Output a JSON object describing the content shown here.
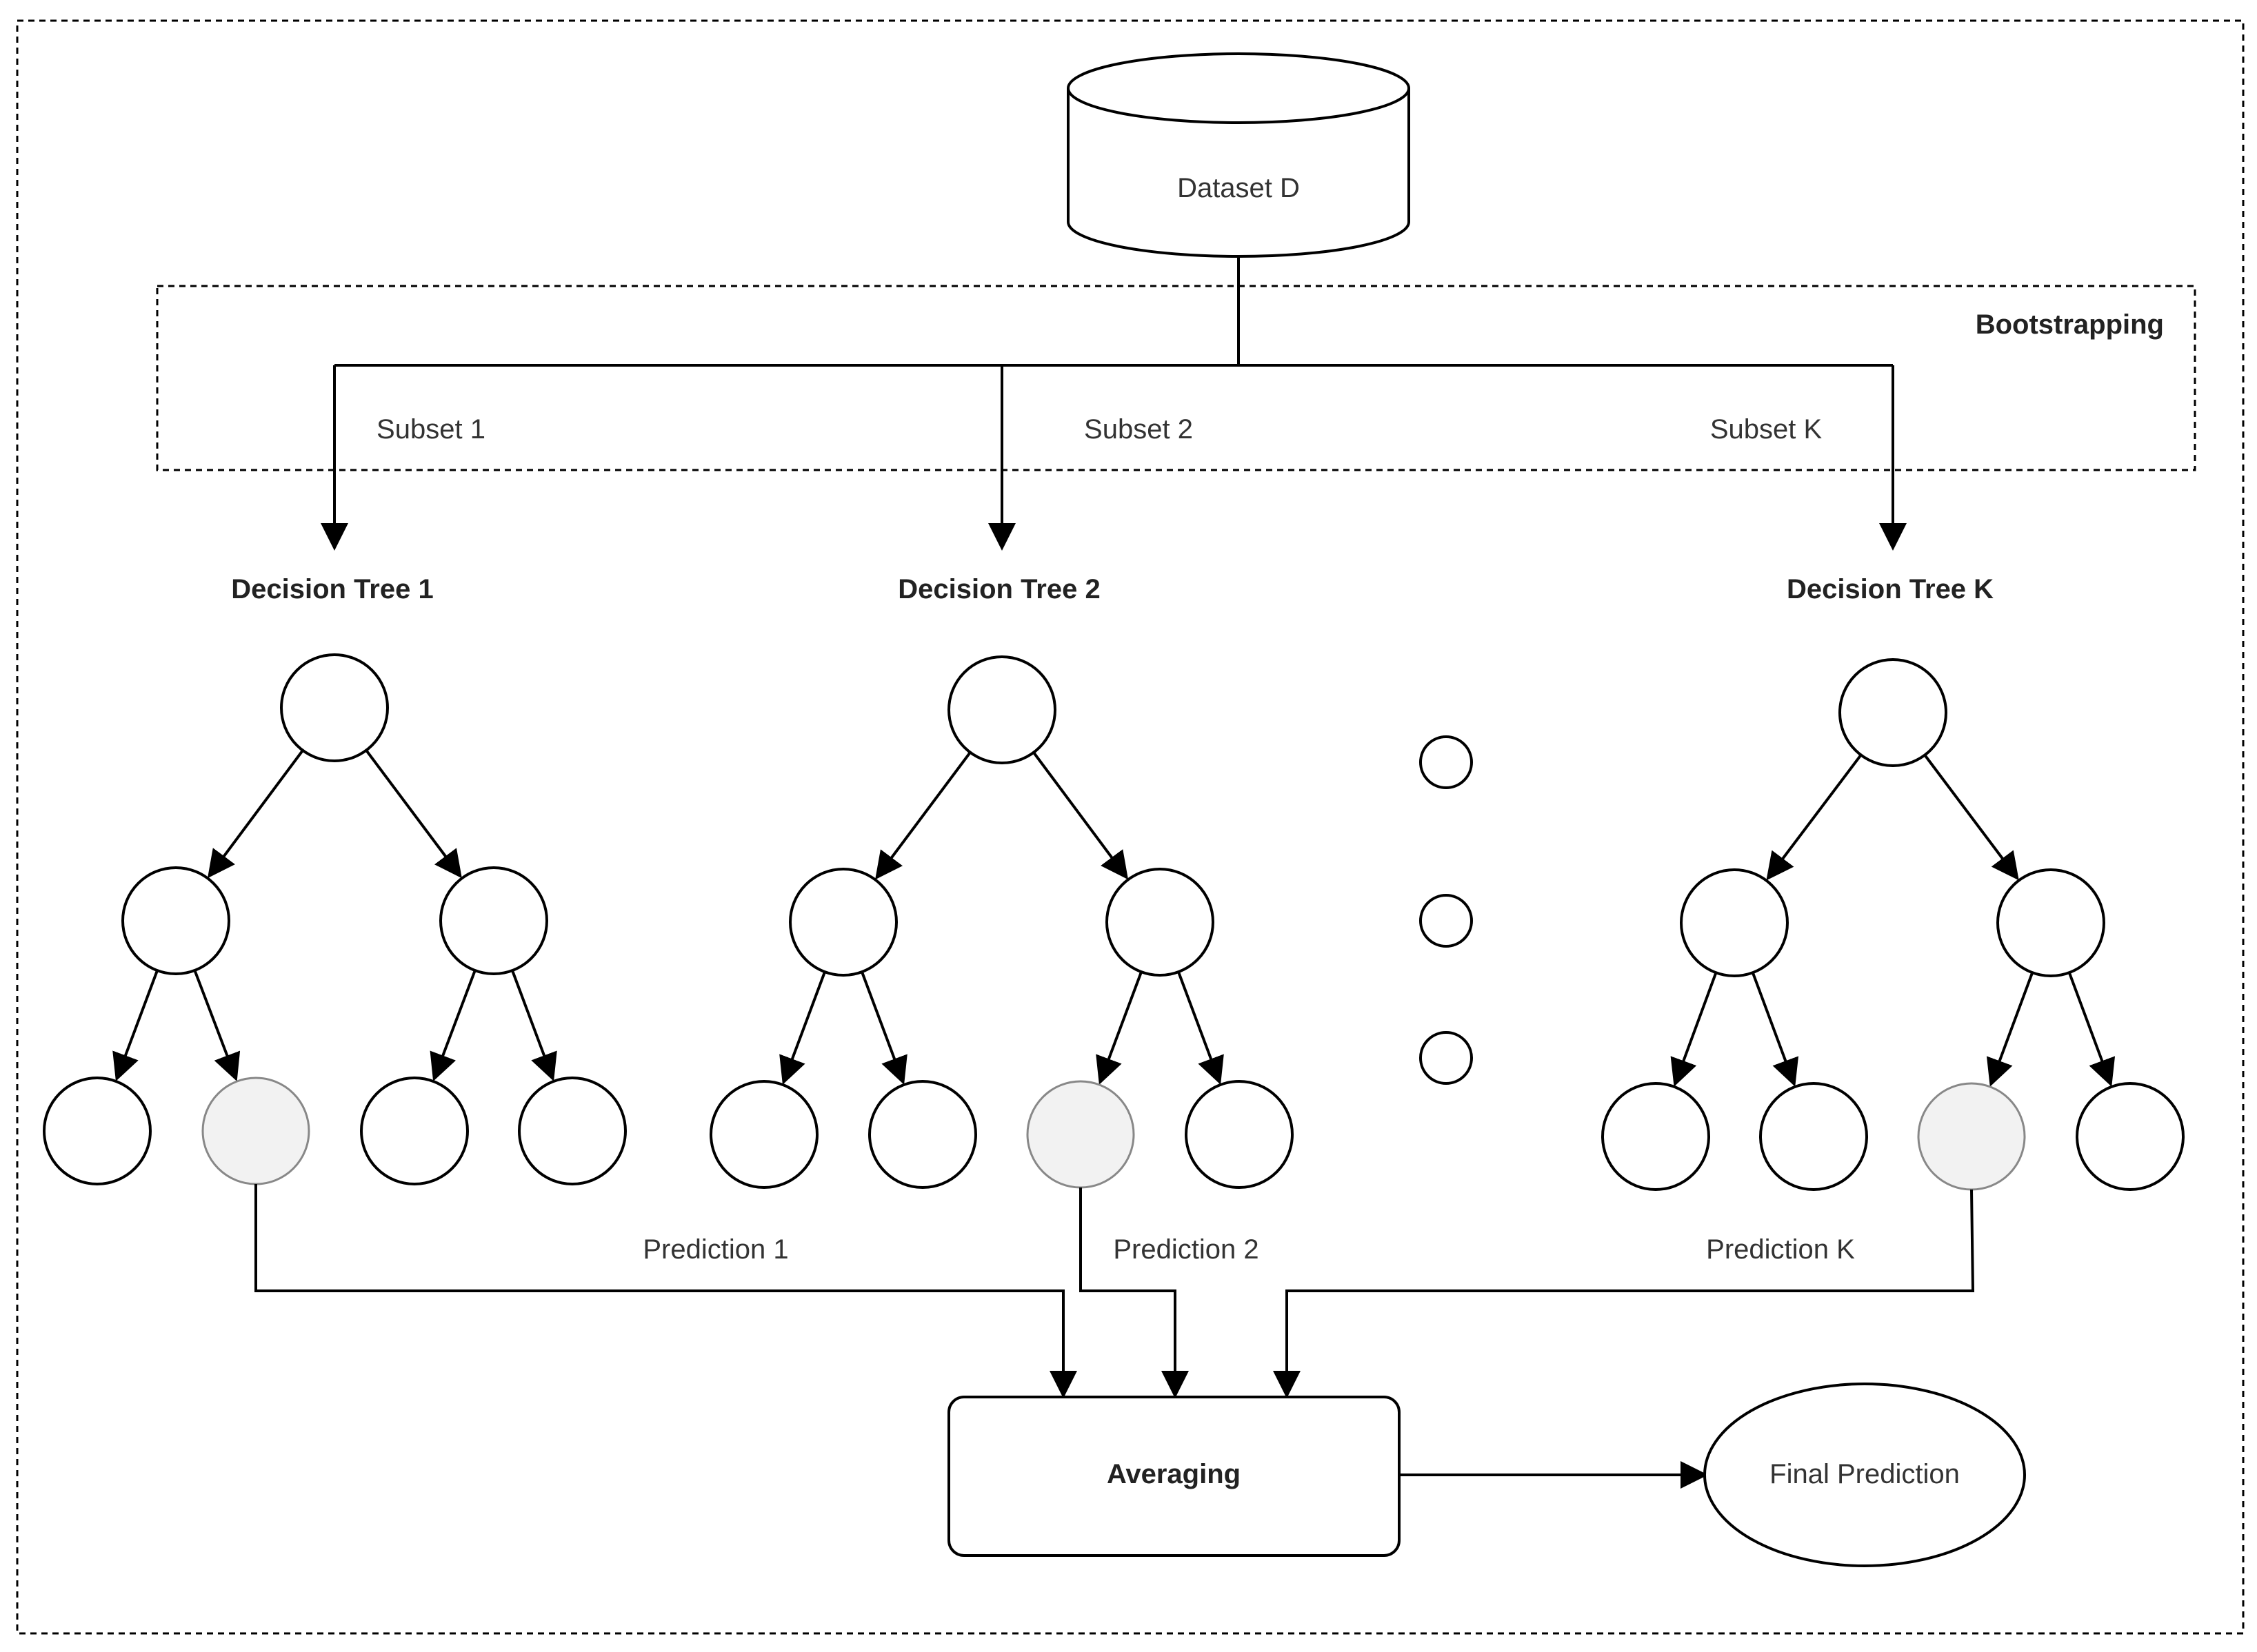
{
  "dataset": {
    "label": "Dataset D"
  },
  "bootstrapping": {
    "label": "Bootstrapping"
  },
  "subsets": [
    "Subset 1",
    "Subset 2",
    "Subset K"
  ],
  "trees": [
    {
      "title": "Decision Tree 1",
      "prediction": "Prediction 1",
      "selected_leaf": 1
    },
    {
      "title": "Decision Tree 2",
      "prediction": "Prediction 2",
      "selected_leaf": 2
    },
    {
      "title": "Decision Tree K",
      "prediction": "Prediction K",
      "selected_leaf": 2
    }
  ],
  "averaging": {
    "label": "Averaging"
  },
  "final": {
    "label": "Final Prediction"
  },
  "colors": {
    "line": "#000000",
    "node_fill": "#ffffff",
    "highlight_fill": "#f2f2f2",
    "highlight_stroke": "#888888"
  }
}
